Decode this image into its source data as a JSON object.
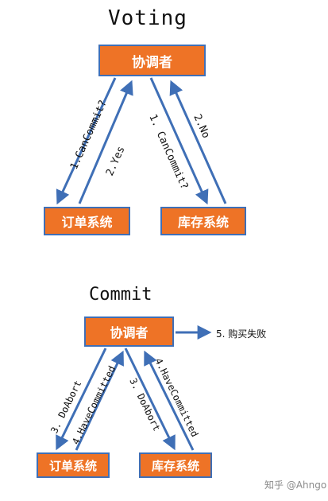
{
  "voting": {
    "title": "Voting",
    "coordinator": "协调者",
    "order": "订单系统",
    "stock": "库存系统",
    "label_1": "1.CanCommit?",
    "label_2": "2.Yes",
    "label_3": "1. CanCommit?",
    "label_4": "2.No"
  },
  "commit": {
    "title": "Commit",
    "coordinator": "协调者",
    "order": "订单系统",
    "stock": "库存系统",
    "label_1": "3. DoAbort",
    "label_2": "4.HaveCommitted",
    "label_3": "3. DoAbort",
    "label_4": "4.HaveCommitted",
    "side_note": "5. 购买失败"
  },
  "watermark": "知乎 @Ahngo"
}
